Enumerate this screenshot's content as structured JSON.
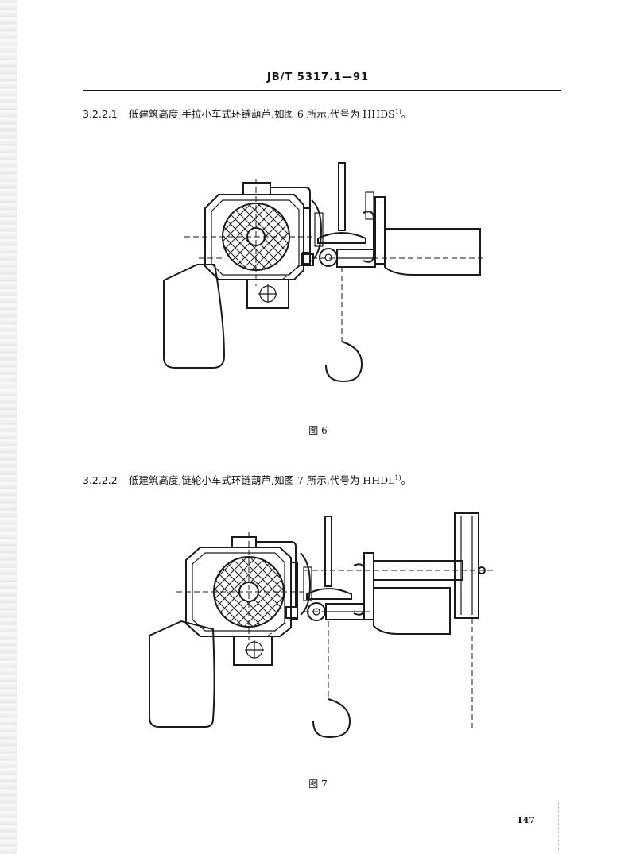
{
  "header": {
    "standard_no": "JB/T 5317.1—91"
  },
  "clauses": [
    {
      "number": "3.2.2.1",
      "text": "低建筑高度,手拉小车式环链葫芦,如图 6 所示,代号为 HHDS",
      "footnote_mark": "1)",
      "end": "。"
    },
    {
      "number": "3.2.2.2",
      "text": "低建筑高度,链轮小车式环链葫芦,如图 7 所示,代号为 HHDL",
      "footnote_mark": "1)",
      "end": "。"
    }
  ],
  "figures": [
    {
      "caption": "图 6",
      "subject": "hand-pushed trolley chain hoist"
    },
    {
      "caption": "图 7",
      "subject": "geared trolley chain hoist with hand chain wheel"
    }
  ],
  "footer": {
    "page_number": "147"
  }
}
